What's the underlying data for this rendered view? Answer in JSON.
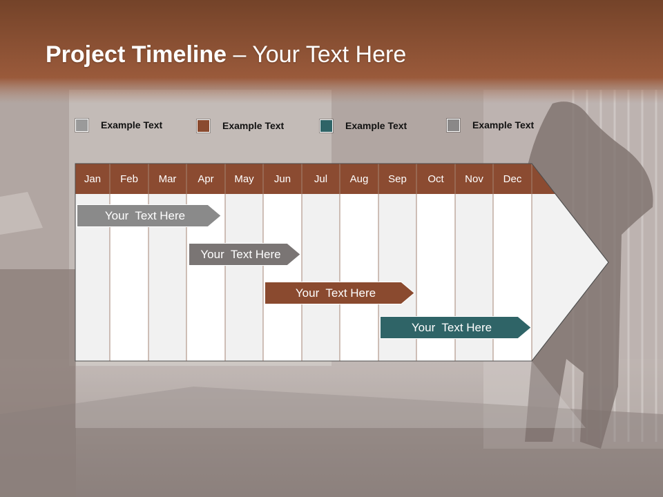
{
  "title": {
    "bold": "Project Timeline",
    "light": " – Your Text Here"
  },
  "colors": {
    "gray": "#8a8a8a",
    "dark_gray": "#7a7574",
    "brown": "#8a4a2f",
    "teal": "#2f6467",
    "header": "#8b4b31",
    "title_band": "#8a4d33"
  },
  "legend": [
    {
      "label": "Example Text",
      "color": "#9a9a9a"
    },
    {
      "label": "Example Text",
      "color": "#8a4a2f"
    },
    {
      "label": "Example Text",
      "color": "#2f6467"
    },
    {
      "label": "Example Text",
      "color": "#8a8888"
    }
  ],
  "months": [
    "Jan",
    "Feb",
    "Mar",
    "Apr",
    "May",
    "Jun",
    "Jul",
    "Aug",
    "Sep",
    "Oct",
    "Nov",
    "Dec"
  ],
  "tasks": [
    {
      "label": "Your  Text Here",
      "color": "#8a8a8a"
    },
    {
      "label": "Your  Text Here",
      "color": "#7a7574"
    },
    {
      "label": "Your  Text Here",
      "color": "#8a4a2f"
    },
    {
      "label": "Your  Text Here",
      "color": "#2f6467"
    }
  ]
}
